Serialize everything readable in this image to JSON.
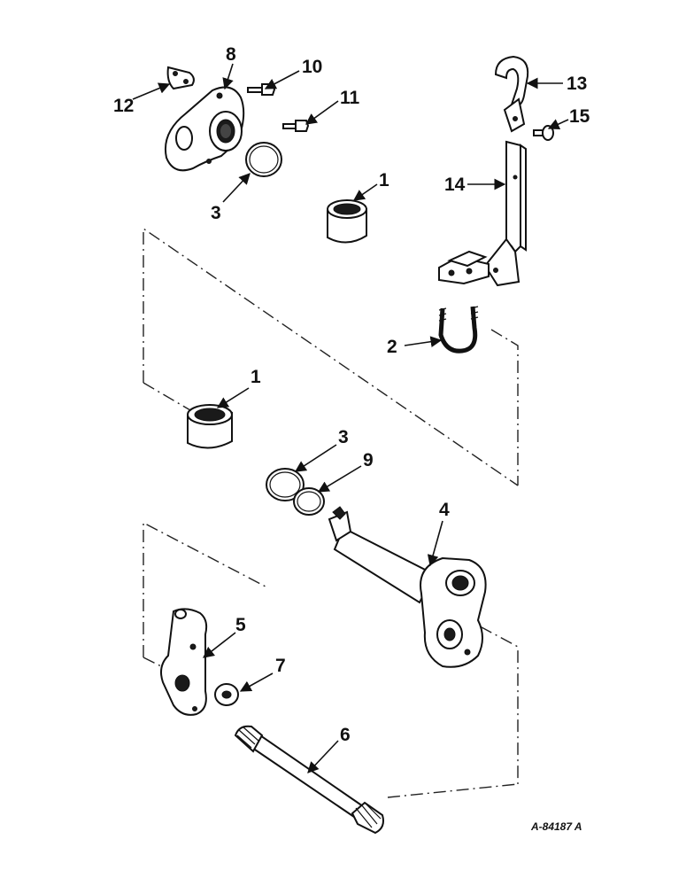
{
  "callouts": {
    "c1a": "1",
    "c1b": "1",
    "c2": "2",
    "c3a": "3",
    "c3b": "3",
    "c4": "4",
    "c5": "5",
    "c6": "6",
    "c7": "7",
    "c8": "8",
    "c9": "9",
    "c10": "10",
    "c11": "11",
    "c12": "12",
    "c13": "13",
    "c14": "14",
    "c15": "15"
  },
  "drawing_code": "A-84187 A"
}
